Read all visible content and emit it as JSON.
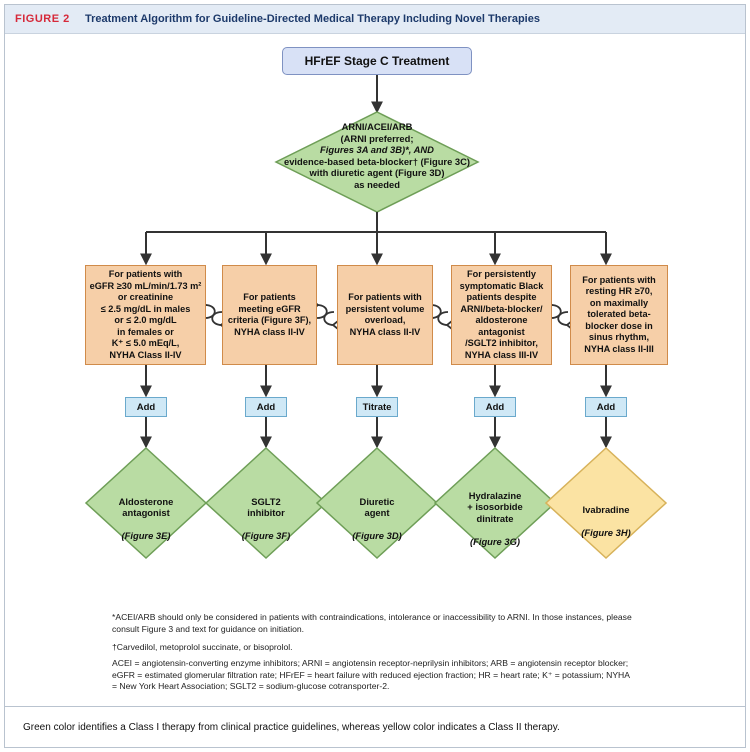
{
  "figure": {
    "label": "FIGURE 2",
    "title": "Treatment Algorithm for Guideline-Directed Medical Therapy Including Novel Therapies"
  },
  "top_box": "HFrEF Stage C Treatment",
  "central_diamond": {
    "line1": "ARNI/ACEI/ARB",
    "line2": "(ARNI preferred;",
    "line3": "Figures 3A and 3B)*, AND",
    "line4": "evidence-based beta-blocker† (Figure 3C)",
    "line5": "with diuretic agent (Figure 3D)",
    "line6": "as needed"
  },
  "criteria": [
    "For patients with\neGFR ≥30 mL/min/1.73 m²\nor creatinine\n≤ 2.5 mg/dL in males\nor ≤ 2.0 mg/dL\nin females or\nK⁺ ≤ 5.0 mEq/L,\nNYHA Class II-IV",
    "For patients\nmeeting eGFR\ncriteria (Figure 3F),\nNYHA class II-IV",
    "For patients with\npersistent volume\noverload,\nNYHA class II-IV",
    "For persistently\nsymptomatic Black\npatients despite\nARNI/beta-blocker/\naldosterone antagonist\n/SGLT2 inhibitor,\nNYHA class III-IV",
    "For patients with\nresting HR ≥70,\non maximally\ntolerated beta-\nblocker dose in\nsinus rhythm,\nNYHA class II-III"
  ],
  "actions": [
    "Add",
    "Add",
    "Titrate",
    "Add",
    "Add"
  ],
  "therapies": [
    {
      "name": "Aldosterone\nantagonist",
      "ref": "(Figure 3E)",
      "class_color": "#b9dca3"
    },
    {
      "name": "SGLT2\ninhibitor",
      "ref": "(Figure 3F)",
      "class_color": "#b9dca3"
    },
    {
      "name": "Diuretic\nagent",
      "ref": "(Figure 3D)",
      "class_color": "#b9dca3"
    },
    {
      "name": "Hydralazine\n+ isosorbide\ndinitrate",
      "ref": "(Figure 3G)",
      "class_color": "#b9dca3"
    },
    {
      "name": "Ivabradine",
      "ref": "(Figure 3H)",
      "class_color": "#fbe3a3"
    }
  ],
  "footnotes": {
    "f1": "*ACEI/ARB should only be considered in patients with contraindications, intolerance or inaccessibility to ARNI. In those instances, please consult Figure 3 and text for guidance on initiation.",
    "f2": "†Carvedilol, metoprolol succinate, or bisoprolol.",
    "f3": "ACEI = angiotensin-converting enzyme inhibitors; ARNI = angiotensin receptor-neprilysin inhibitors; ARB = angiotensin receptor blocker; eGFR = estimated glomerular filtration rate; HFrEF = heart failure with reduced ejection fraction; HR = heart rate; K⁺ = potassium; NYHA = New York Heart Association; SGLT2 = sodium-glucose cotransporter-2."
  },
  "bottom_note": "Green color identifies a Class I therapy from clinical practice guidelines, whereas yellow color indicates a Class II therapy.",
  "colors": {
    "class_i": "#b9dca3",
    "class_ii": "#fbe3a3",
    "criteria_fill": "#f6cfa8",
    "action_fill": "#cfe8f6"
  }
}
